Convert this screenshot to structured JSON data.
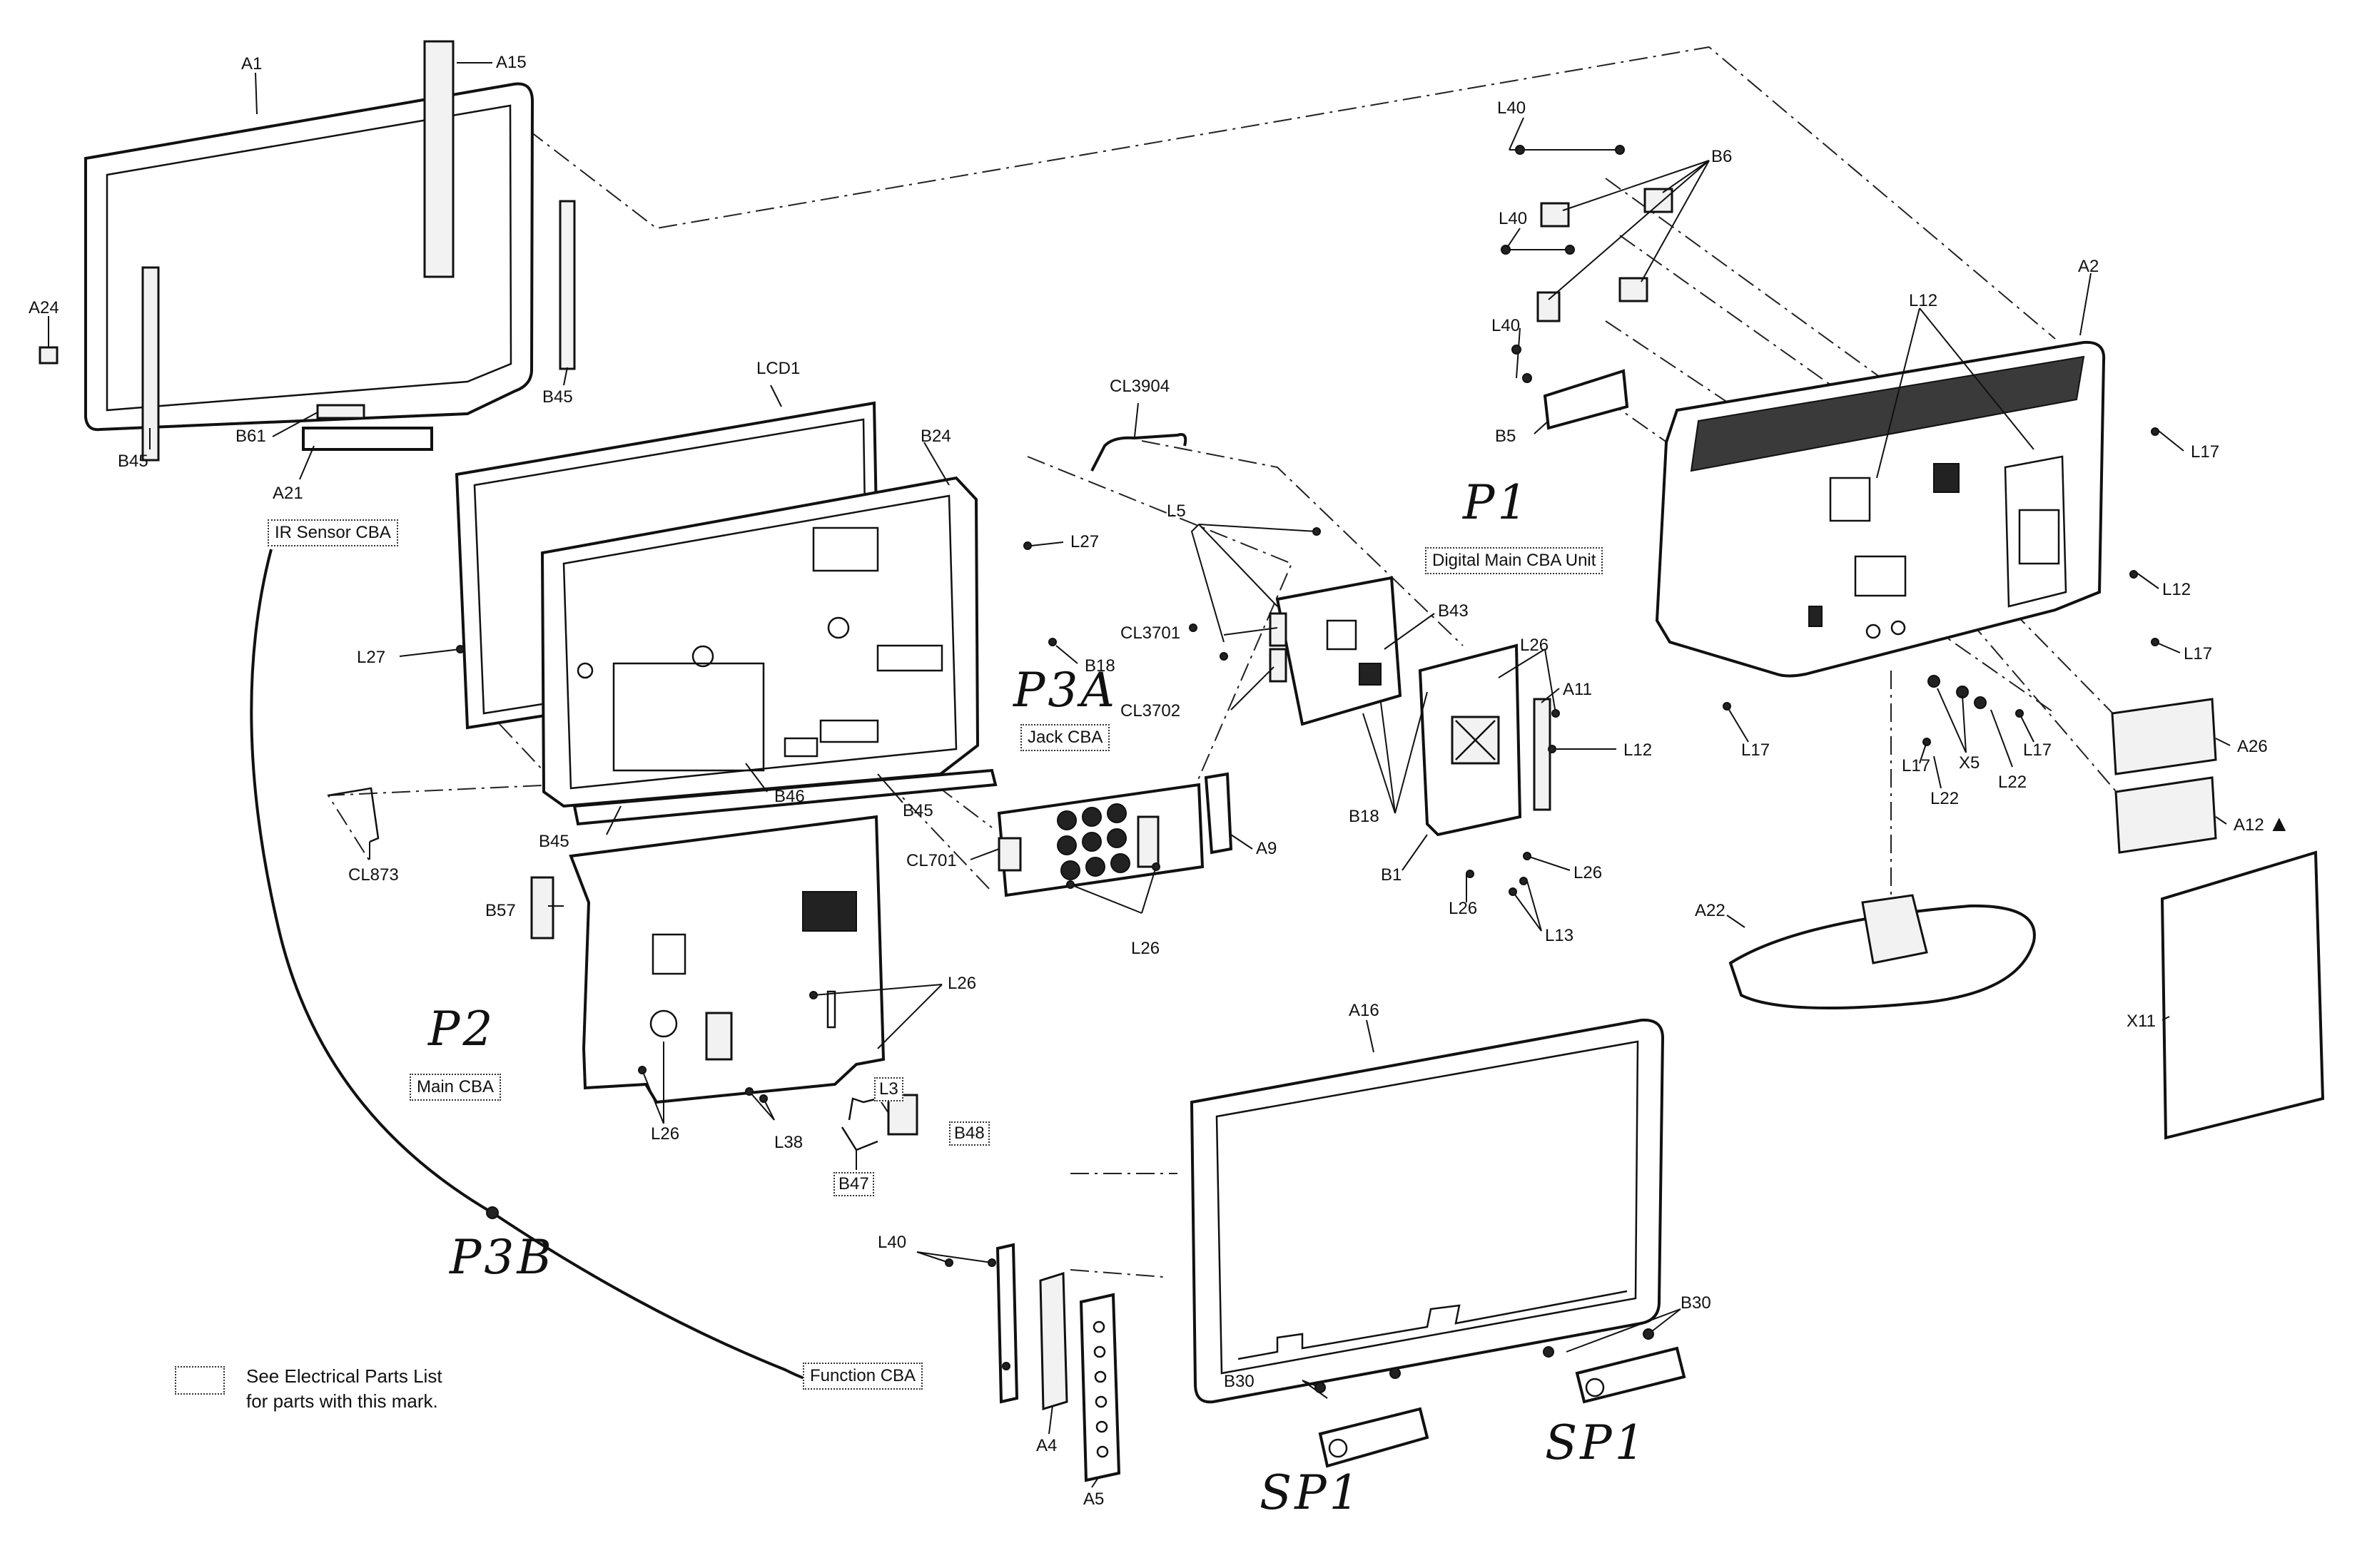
{
  "labels": {
    "a1": "A1",
    "a15": "A15",
    "a24": "A24",
    "b45_left": "B45",
    "b45_right": "B45",
    "b61": "B61",
    "a21": "A21",
    "lcd1": "LCD1",
    "cl3904": "CL3904",
    "b24": "B24",
    "l27_right": "L27",
    "l27_left": "L27",
    "b18_mid": "B18",
    "b46": "B46",
    "b45_a": "B45",
    "b45_b": "B45",
    "cl873": "CL873",
    "b57": "B57",
    "l26_main_r": "L26",
    "l26_main_l": "L26",
    "l38": "L38",
    "l3": "L3",
    "b48": "B48",
    "b47": "B47",
    "cl701": "CL701",
    "a9": "A9",
    "l26_jack": "L26",
    "l5": "L5",
    "cl3701": "CL3701",
    "cl3702": "CL3702",
    "b43": "B43",
    "l26_dig_t": "L26",
    "a11": "A11",
    "l12_mid": "L12",
    "b18_dig": "B18",
    "b1": "B1",
    "l26_dig_b": "L26",
    "l26_dig_r": "L26",
    "l13": "L13",
    "l40_a": "L40",
    "l40_b": "L40",
    "l40_c": "L40",
    "b6": "B6",
    "b5": "B5",
    "a2": "A2",
    "l12_top": "L12",
    "l17_a": "L17",
    "l12_r": "L12",
    "l17_b": "L17",
    "l17_c": "L17",
    "l17_d": "L17",
    "x5": "X5",
    "l17_e": "L17",
    "l22_a": "L22",
    "l22_b": "L22",
    "a26": "A26",
    "a12": "A12",
    "a22": "A22",
    "x11": "X11",
    "a16": "A16",
    "b30_r": "B30",
    "b30_l": "B30",
    "l40_func": "L40",
    "a4": "A4",
    "a5": "A5"
  },
  "boxes": {
    "ir_sensor": "IR Sensor CBA",
    "digital_main": "Digital Main CBA Unit",
    "jack": "Jack CBA",
    "main": "Main CBA",
    "function": "Function CBA"
  },
  "handwritten": {
    "p1": "P1",
    "p2": "P2",
    "p3a": "P3A",
    "p3b": "P3B",
    "sp1_left": "SP1",
    "sp1_right": "SP1"
  },
  "legend": {
    "line1": "See Electrical Parts List",
    "line2": "for parts with this mark."
  },
  "warning_mark": "▲"
}
